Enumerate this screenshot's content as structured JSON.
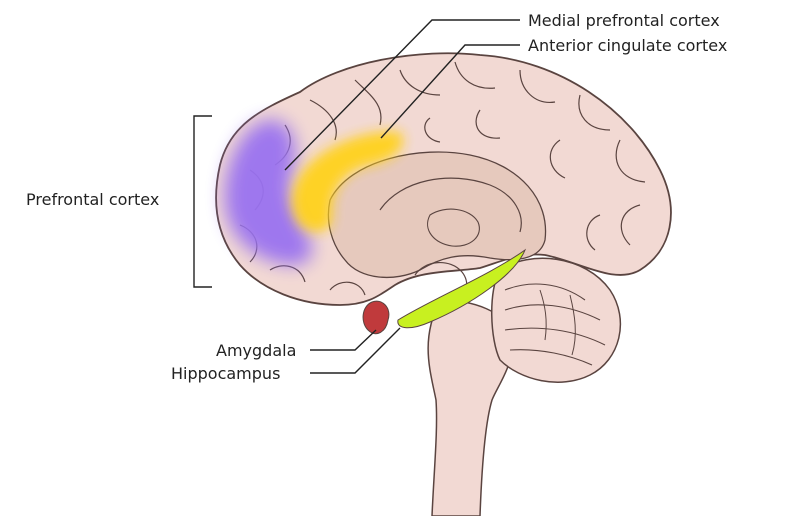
{
  "labels": {
    "medial_prefrontal_cortex": "Medial prefrontal cortex",
    "anterior_cingulate_cortex": "Anterior cingulate cortex",
    "prefrontal_cortex": "Prefrontal cortex",
    "amygdala": "Amygdala",
    "hippocampus": "Hippocampus"
  },
  "colors": {
    "brain_fill": "#f2d9d3",
    "brain_inner": "#e6c9bd",
    "outline": "#5a4440",
    "prefrontal": "#9a72f0",
    "cingulate": "#ffd21a",
    "amygdala": "#c03a3c",
    "hippocampus": "#c8f020",
    "leader_line": "#222222"
  }
}
